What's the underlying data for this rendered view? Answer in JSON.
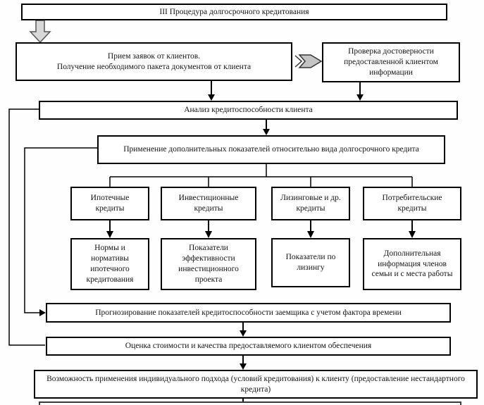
{
  "page": {
    "background_color": "#ffffff",
    "line_color": "#000000",
    "block_arrow_fill": "#d8d8d8",
    "chevron_fill": "#c4c4c4"
  },
  "flow": {
    "title": "III Процедура долгосрочного кредитования",
    "intake": "Прием заявок от клиентов.\nПолучение необходимого пакета документов от клиента",
    "verification": "Проверка достоверности предоставленной клиентом информации",
    "analysis": "Анализ кредитоспособности клиента",
    "additional_indicators": "Применение дополнительных показателей относительно вида долгосрочного кредита",
    "forecasting": "Прогнозирование показателей кредитоспособности заемщика с учетом фактора времени",
    "collateral_assessment": "Оценка стоимости и качества предоставляемого клиентом обеспечения",
    "individual_approach": "Возможность применения индивидуального подхода (условий кредитования) к клиенту (предоставление нестандартного кредита)"
  },
  "credit_types": [
    {
      "type": "Ипотечные кредиты",
      "indicator": "Нормы и нормативы ипотечного кредитования"
    },
    {
      "type": "Инвестиционные кредиты",
      "indicator": "Показатели эффективности инвестиционного проекта"
    },
    {
      "type": "Лизинговые и др. кредиты",
      "indicator": "Показатели по лизингу"
    },
    {
      "type": "Потребительские кредиты",
      "indicator": "Дополнительная информация членов семьи и с места работы"
    }
  ],
  "icons": {
    "down_block_arrow": "down-block-arrow",
    "chevron_right_arrow": "chevron-right-arrow"
  }
}
